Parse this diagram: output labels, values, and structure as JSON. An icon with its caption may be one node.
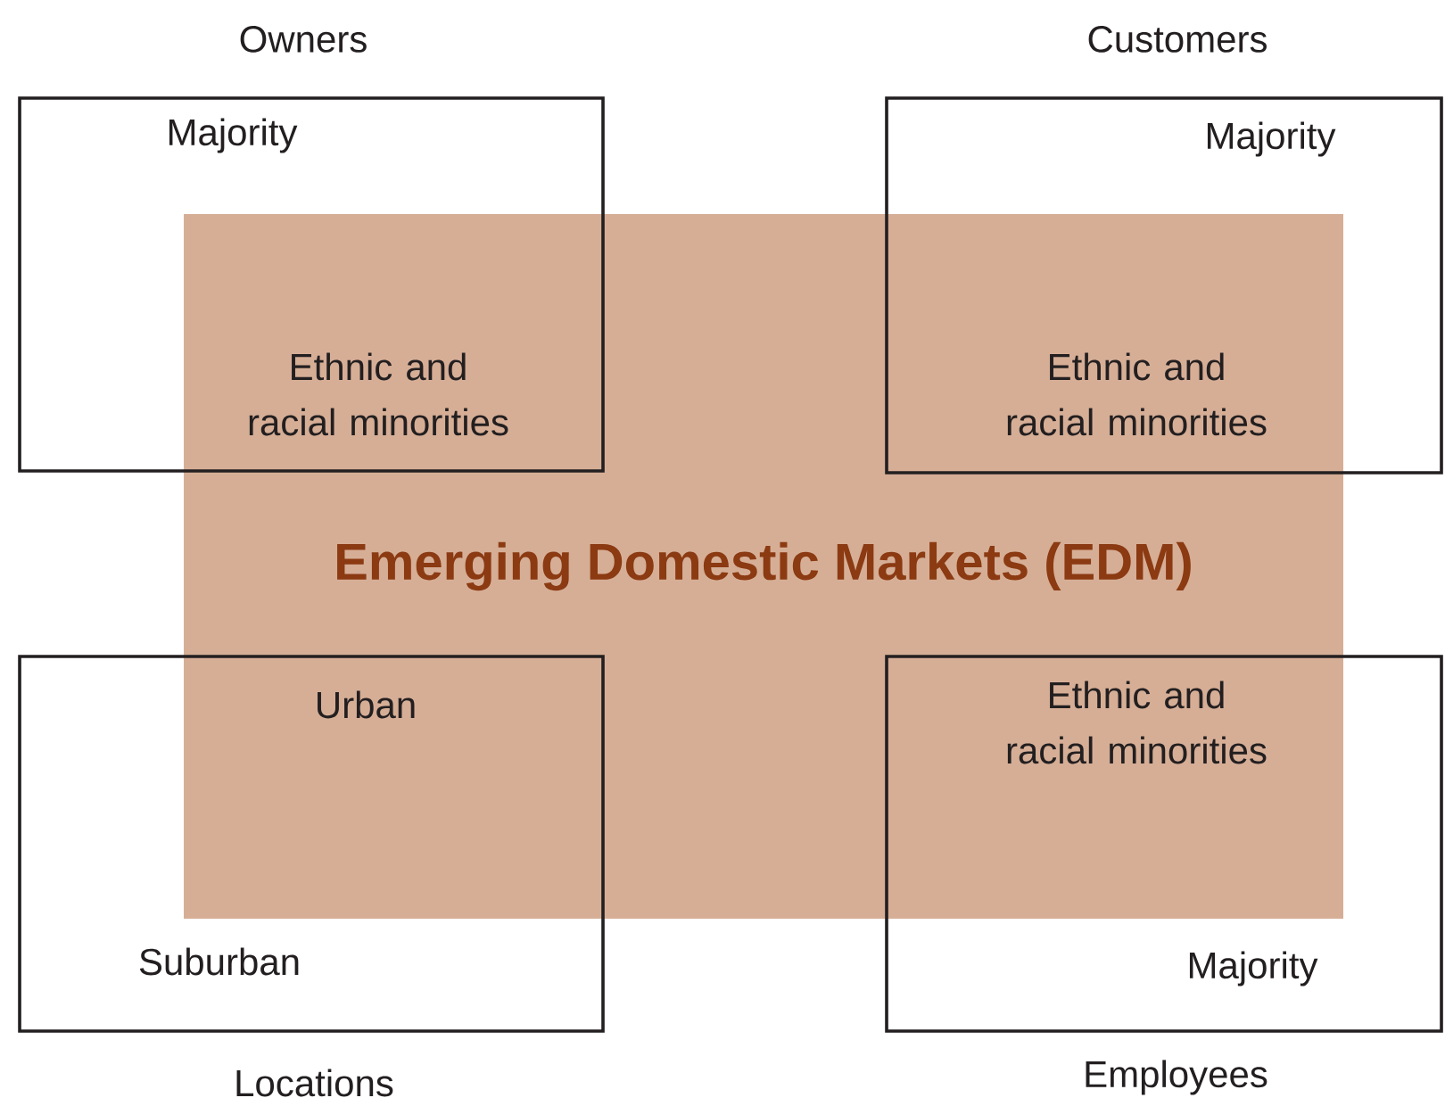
{
  "diagram": {
    "nodes": [
      {
        "text": [
          "Owners",
          "Majority",
          "Ethnic and racial minorities"
        ]
      },
      {
        "text": [
          "Customers",
          "Majority",
          "Ethnic and racial minorities"
        ]
      },
      {
        "text": [
          "Emerging Domestic Markets (EDM)"
        ]
      },
      {
        "text": [
          "Urban",
          "Suburban",
          "Locations"
        ]
      },
      {
        "text": [
          "Ethnic and racial minorities",
          "Majority",
          "Employees"
        ]
      }
    ]
  }
}
